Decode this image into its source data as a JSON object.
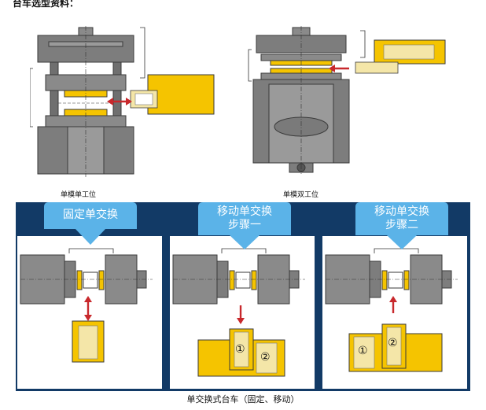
{
  "heading": "台车选型资料：",
  "diagrams": {
    "single_mold_single_station": {
      "caption": "单模单工位"
    },
    "single_mold_double_station": {
      "caption": "单模双工位"
    }
  },
  "exchange_panels": [
    {
      "title_line1": "固定单交换",
      "title_line2": ""
    },
    {
      "title_line1": "移动单交换",
      "title_line2": "步骤一",
      "mold_numbers": [
        "①",
        "②"
      ]
    },
    {
      "title_line1": "移动单交换",
      "title_line2": "步骤二",
      "mold_numbers": [
        "①",
        "②"
      ]
    }
  ],
  "caption": "单交换式台车（固定、移动）",
  "colors": {
    "machine_gray": "#7d7d7d",
    "machine_dark": "#3a3a3a",
    "cart_yellow": "#f5c400",
    "arrow_red": "#c8282c",
    "callout_blue": "#5bb3e8",
    "panel_navy": "#123a66"
  }
}
